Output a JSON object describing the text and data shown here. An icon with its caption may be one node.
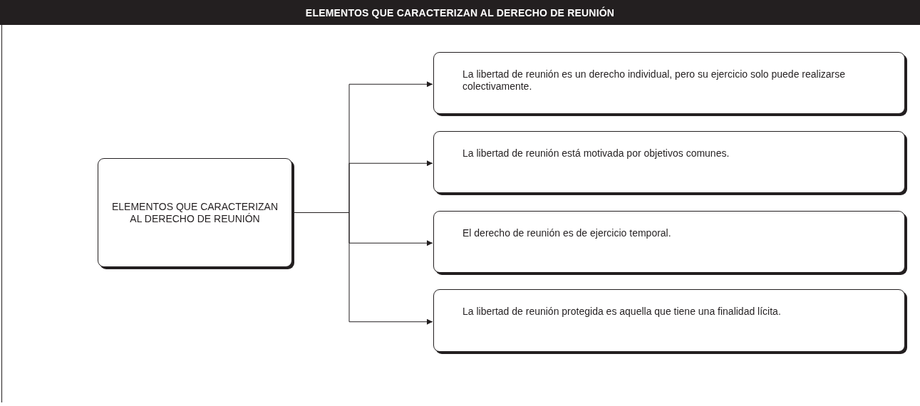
{
  "diagram": {
    "title": "ELEMENTOS QUE CARACTERIZAN AL DERECHO DE REUNIÓN",
    "nodes": [
      {
        "text": [
          "ELEMENTOS QUE CARACTERIZAN AL DERECHO DE REUNIÓN"
        ]
      },
      {
        "text": [
          "La libertad de reunión es un derecho individual, pero su ejercicio solo puede realizarse colectivamente."
        ]
      },
      {
        "text": [
          "La libertad de reunión está motivada por objetivos comunes."
        ]
      },
      {
        "text": [
          "El derecho de reunión es de ejercicio temporal."
        ]
      },
      {
        "text": [
          "La libertad de reunión protegida es aquella que tiene una finalidad lícita."
        ]
      }
    ],
    "edges": [
      {
        "from": 0,
        "to": 1,
        "arrow": "to"
      },
      {
        "from": 0,
        "to": 2,
        "arrow": "to"
      },
      {
        "from": 0,
        "to": 3,
        "arrow": "to"
      },
      {
        "from": 0,
        "to": 4,
        "arrow": "to"
      }
    ]
  }
}
